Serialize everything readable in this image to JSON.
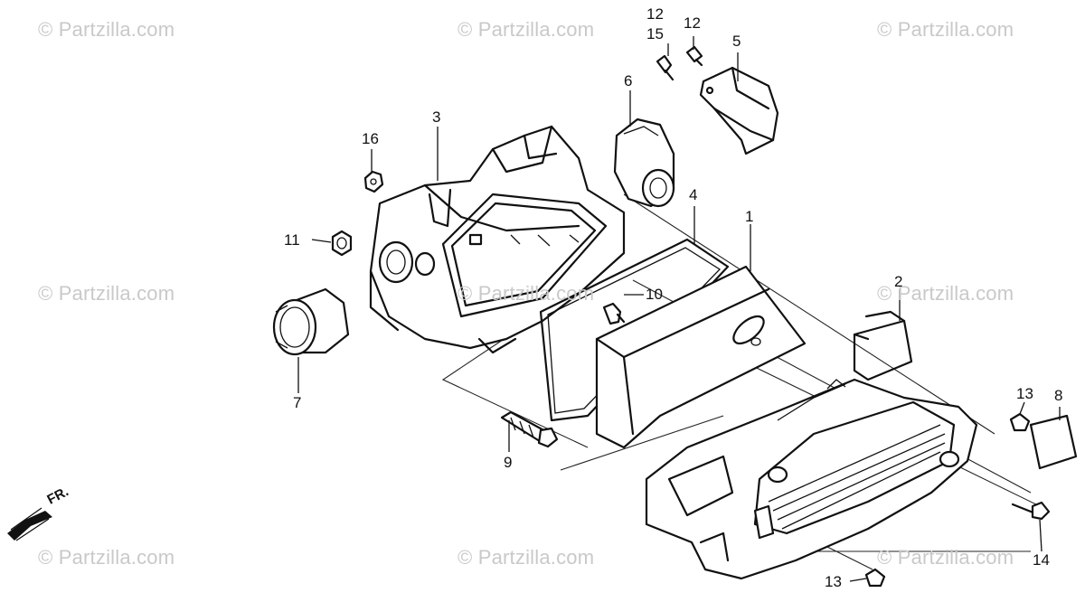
{
  "watermark": "© Partzilla.com",
  "front_marker": "FR.",
  "callouts": {
    "c1": "1",
    "c2": "2",
    "c3": "3",
    "c4": "4",
    "c5": "5",
    "c6": "6",
    "c7": "7",
    "c8": "8",
    "c9": "9",
    "c10": "10",
    "c11": "11",
    "c12a": "12",
    "c12b": "12",
    "c13a": "13",
    "c13b": "13",
    "c14": "14",
    "c15": "15",
    "c16": "16"
  }
}
